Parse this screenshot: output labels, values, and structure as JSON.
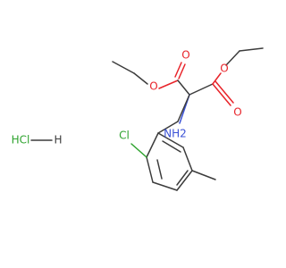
{
  "atoms": {
    "o_ester_left": "O",
    "o_carbonyl_left": "O",
    "o_ester_right": "O",
    "o_carbonyl_right": "O",
    "nh2": "NH2",
    "cl_ring": "Cl",
    "hcl": "HCl",
    "hcl_h": "H"
  },
  "colors": {
    "bond": "#3c3c3c",
    "oxygen": "#e8242a",
    "nitrogen": "#3b52d6",
    "chlorine": "#2fa32f"
  }
}
